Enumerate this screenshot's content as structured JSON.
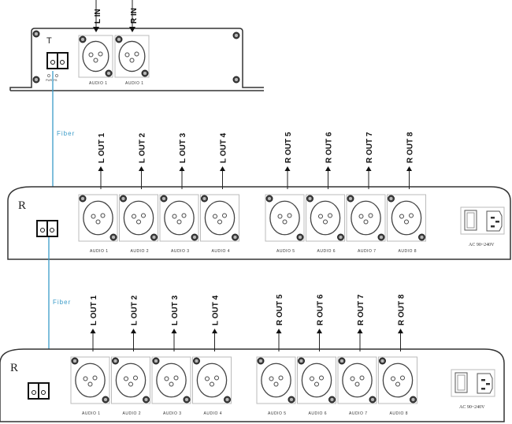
{
  "transmitter": {
    "label": "T",
    "inputs": [
      {
        "arrow_label": "L IN",
        "port_label": "AUDIO 1"
      },
      {
        "arrow_label": "R IN",
        "port_label": "AUDIO 1"
      }
    ],
    "leds": [
      "PWR",
      "FB"
    ]
  },
  "fiber_label": "Fiber",
  "receivers": [
    {
      "label": "R",
      "outputs": [
        {
          "arrow_label": "L OUT 1",
          "port_label": "AUDIO 1"
        },
        {
          "arrow_label": "L OUT 2",
          "port_label": "AUDIO 2"
        },
        {
          "arrow_label": "L OUT 3",
          "port_label": "AUDIO 3"
        },
        {
          "arrow_label": "L OUT 4",
          "port_label": "AUDIO 4"
        },
        {
          "arrow_label": "R OUT 5",
          "port_label": "AUDIO 5"
        },
        {
          "arrow_label": "R OUT 6",
          "port_label": "AUDIO 6"
        },
        {
          "arrow_label": "R OUT 7",
          "port_label": "AUDIO 7"
        },
        {
          "arrow_label": "R OUT 8",
          "port_label": "AUDIO 8"
        }
      ],
      "power_label": "AC 90~240V"
    },
    {
      "label": "R",
      "outputs": [
        {
          "arrow_label": "L OUT 1",
          "port_label": "AUDIO 1"
        },
        {
          "arrow_label": "L OUT 2",
          "port_label": "AUDIO 2"
        },
        {
          "arrow_label": "L OUT 3",
          "port_label": "AUDIO 3"
        },
        {
          "arrow_label": "L OUT 4",
          "port_label": "AUDIO 4"
        },
        {
          "arrow_label": "R OUT 5",
          "port_label": "AUDIO 5"
        },
        {
          "arrow_label": "R OUT 6",
          "port_label": "AUDIO 6"
        },
        {
          "arrow_label": "R OUT 7",
          "port_label": "AUDIO 7"
        },
        {
          "arrow_label": "R OUT 8",
          "port_label": "AUDIO 8"
        }
      ],
      "power_label": "AC 90~240V"
    }
  ],
  "colors": {
    "fiber": "#3a9bc8",
    "outline": "#333333",
    "panel": "#bbbbbb"
  }
}
